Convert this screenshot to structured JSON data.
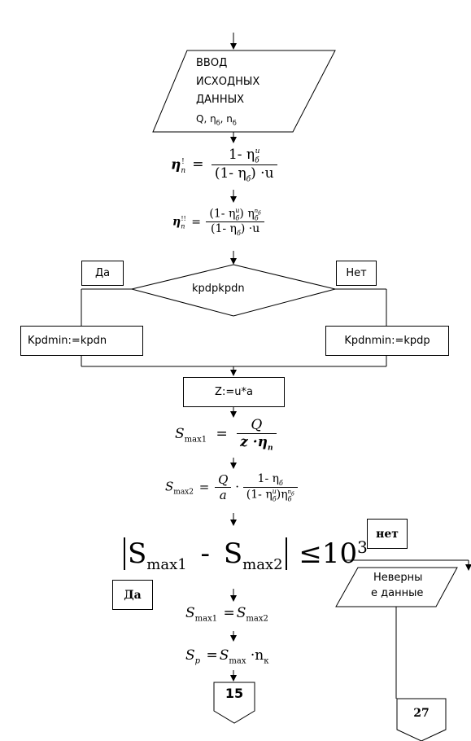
{
  "input_block": {
    "line1": "ВВОД",
    "line2": "ИСХОДНЫХ",
    "line3": "ДАННЫХ",
    "line4": "Q, η",
    "line4_sub1": "б",
    "line4_mid": ", n",
    "line4_sub2": "б"
  },
  "formula1": {
    "lhs": "η",
    "lhs_sub": "п",
    "lhs_sup": "!",
    "num": "1- η",
    "num_sub": "б",
    "num_sup": "u",
    "den": "(1- η",
    "den_sub": "б",
    "den_tail": ") ·u"
  },
  "formula2": {
    "lhs": "η",
    "lhs_sub": "п",
    "lhs_sup": "!!",
    "num": "(1- η",
    "num_sub": "б",
    "num_sup": "u",
    "num_mid": ") η",
    "num_sub2": "б",
    "num_sup2": "n",
    "num_sup2_sub": "б",
    "den": "(1- η",
    "den_sub": "б",
    "den_tail": ") ·u"
  },
  "decision1": {
    "text": "kpdpkpdn",
    "yes": "Да",
    "no": "Нет"
  },
  "branch_left": "Kpdmin:=kpdn",
  "branch_right": "Kpdnmin:=kpdp",
  "assign_z": "Z:=u*a",
  "formula3": {
    "lhs": "S",
    "lhs_sub": "max1",
    "num": "Q",
    "den": "z ·η",
    "den_sub": "п"
  },
  "formula4": {
    "lhs": "S",
    "lhs_sub": "max2",
    "f1_num": "Q",
    "f1_den": "a",
    "f2_num": "1- η",
    "f2_num_sub": "б",
    "f2_den": "(1- η",
    "f2_den_sub": "б",
    "f2_den_sup": "u",
    "f2_den_tail": ")η",
    "f2_den_sub2": "б",
    "f2_den_sup2": "n",
    "f2_den_sup2_sub": "б"
  },
  "decision2": {
    "s1": "S",
    "s1_sub": "max1",
    "minus": "-",
    "s2": "S",
    "s2_sub": "max2",
    "le": "≤10",
    "exp": "3",
    "yes": "Да",
    "no": "нет"
  },
  "error_block": {
    "line1": "Неверны",
    "line2": "е данные"
  },
  "formula5": {
    "lhs": "S",
    "lhs_sub": "max1",
    "rhs": "S",
    "rhs_sub": "max2"
  },
  "formula6": {
    "lhs": "S",
    "lhs_sub": "p",
    "rhs": "S",
    "rhs_sub": "max",
    "tail": " ·n",
    "tail_sub": "к"
  },
  "connector_left": "15",
  "connector_right": "27"
}
